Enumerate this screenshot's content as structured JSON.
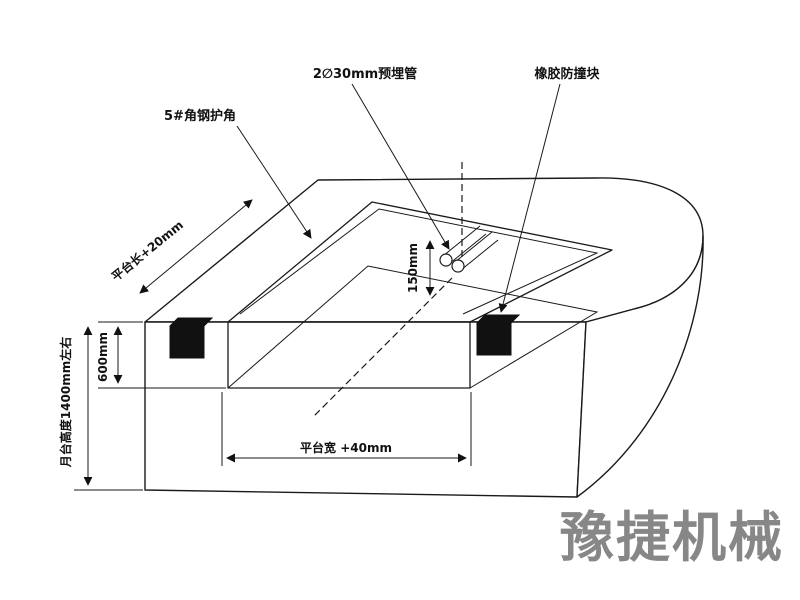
{
  "diagram": {
    "type": "technical-drawing",
    "subject": "dock-leveler-pit-isometric-view",
    "labels": {
      "embedded_pipes": "2∅30mm预埋管",
      "rubber_bumper": "橡胶防撞块",
      "angle_steel": "5#角钢护角",
      "platform_length": "平台长+20mm",
      "pit_depth": "600mm",
      "dock_height": "月台高度1400mm左右",
      "pipe_height": "150mm",
      "platform_width": "平台宽 +40mm"
    },
    "watermark": "豫捷机械",
    "colors": {
      "line": "#1a1a1a",
      "background": "#ffffff",
      "watermark": "#878787",
      "bumper": "#111111"
    }
  }
}
